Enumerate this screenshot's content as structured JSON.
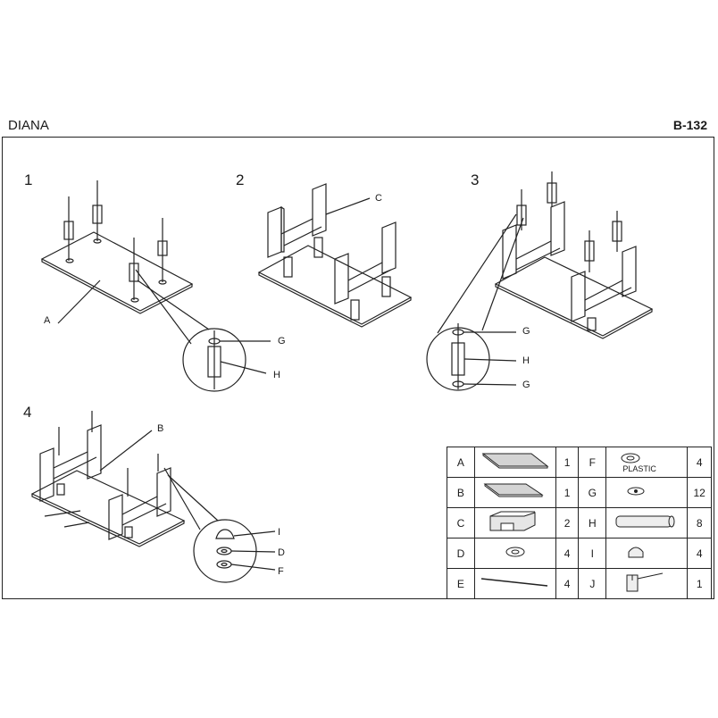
{
  "header": {
    "left_title": "DIANA",
    "right_code": "B-132"
  },
  "steps": {
    "s1": {
      "number": "1",
      "labels": {
        "a": "A",
        "g": "G",
        "h": "H"
      }
    },
    "s2": {
      "number": "2",
      "labels": {
        "c": "C"
      }
    },
    "s3": {
      "number": "3",
      "labels": {
        "g1": "G",
        "h": "H",
        "g2": "G"
      }
    },
    "s4": {
      "number": "4",
      "labels": {
        "b": "B",
        "i": "I",
        "d": "D",
        "f": "F"
      }
    }
  },
  "parts": [
    {
      "left": {
        "code": "A",
        "qty": "1",
        "icon": "panel-a-icon"
      },
      "right": {
        "code": "F",
        "qty": "4",
        "icon": "plastic-washer-icon",
        "note": "PLASTIC"
      }
    },
    {
      "left": {
        "code": "B",
        "qty": "1",
        "icon": "panel-b-icon"
      },
      "right": {
        "code": "G",
        "qty": "12",
        "icon": "washer-icon"
      }
    },
    {
      "left": {
        "code": "C",
        "qty": "2",
        "icon": "frame-c-icon"
      },
      "right": {
        "code": "H",
        "qty": "8",
        "icon": "tube-icon"
      }
    },
    {
      "left": {
        "code": "D",
        "qty": "4",
        "icon": "ring-washer-icon"
      },
      "right": {
        "code": "I",
        "qty": "4",
        "icon": "cap-nut-icon"
      }
    },
    {
      "left": {
        "code": "E",
        "qty": "4",
        "icon": "rod-icon"
      },
      "right": {
        "code": "J",
        "qty": "1",
        "icon": "hex-key-icon"
      }
    }
  ]
}
